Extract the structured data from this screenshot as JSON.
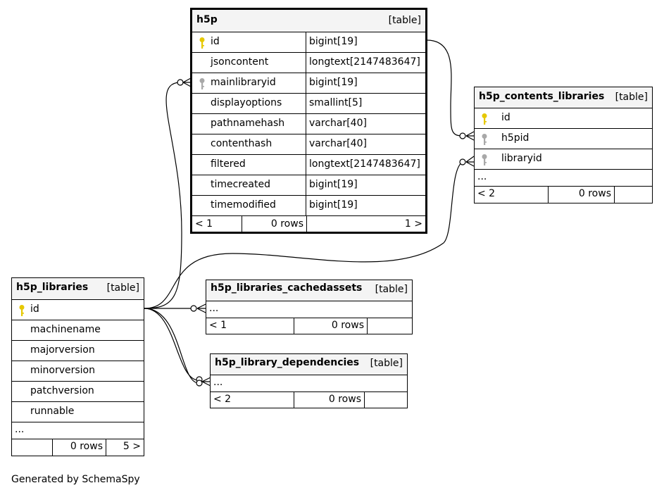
{
  "tables": {
    "h5p": {
      "name": "h5p",
      "type": "[table]",
      "columns": [
        {
          "name": "id",
          "type": "bigint[19]",
          "key": "primary"
        },
        {
          "name": "jsoncontent",
          "type": "longtext[2147483647]",
          "key": ""
        },
        {
          "name": "mainlibraryid",
          "type": "bigint[19]",
          "key": "foreign"
        },
        {
          "name": "displayoptions",
          "type": "smallint[5]",
          "key": ""
        },
        {
          "name": "pathnamehash",
          "type": "varchar[40]",
          "key": ""
        },
        {
          "name": "contenthash",
          "type": "varchar[40]",
          "key": ""
        },
        {
          "name": "filtered",
          "type": "longtext[2147483647]",
          "key": ""
        },
        {
          "name": "timecreated",
          "type": "bigint[19]",
          "key": ""
        },
        {
          "name": "timemodified",
          "type": "bigint[19]",
          "key": ""
        }
      ],
      "footer": {
        "parents": "< 1",
        "rows": "0 rows",
        "children": "1 >"
      }
    },
    "h5p_contents_libraries": {
      "name": "h5p_contents_libraries",
      "type": "[table]",
      "columns": [
        {
          "name": "id",
          "key": "primary"
        },
        {
          "name": "h5pid",
          "key": "foreign"
        },
        {
          "name": "libraryid",
          "key": "foreign"
        }
      ],
      "more": "...",
      "footer": {
        "parents": "< 2",
        "rows": "0 rows",
        "children": ""
      }
    },
    "h5p_libraries": {
      "name": "h5p_libraries",
      "type": "[table]",
      "columns": [
        {
          "name": "id",
          "key": "primary"
        },
        {
          "name": "machinename",
          "key": ""
        },
        {
          "name": "majorversion",
          "key": ""
        },
        {
          "name": "minorversion",
          "key": ""
        },
        {
          "name": "patchversion",
          "key": ""
        },
        {
          "name": "runnable",
          "key": ""
        }
      ],
      "more": "...",
      "footer": {
        "parents": "",
        "rows": "0 rows",
        "children": "5 >"
      }
    },
    "h5p_libraries_cachedassets": {
      "name": "h5p_libraries_cachedassets",
      "type": "[table]",
      "more": "...",
      "footer": {
        "parents": "< 1",
        "rows": "0 rows",
        "children": ""
      }
    },
    "h5p_library_dependencies": {
      "name": "h5p_library_dependencies",
      "type": "[table]",
      "more": "...",
      "footer": {
        "parents": "< 2",
        "rows": "0 rows",
        "children": ""
      }
    }
  },
  "colors": {
    "primary_key": "#e6c800",
    "foreign_key": "#a8a8a8",
    "header_bg": "#f4f4f4"
  },
  "footer_text": "Generated by SchemaSpy"
}
